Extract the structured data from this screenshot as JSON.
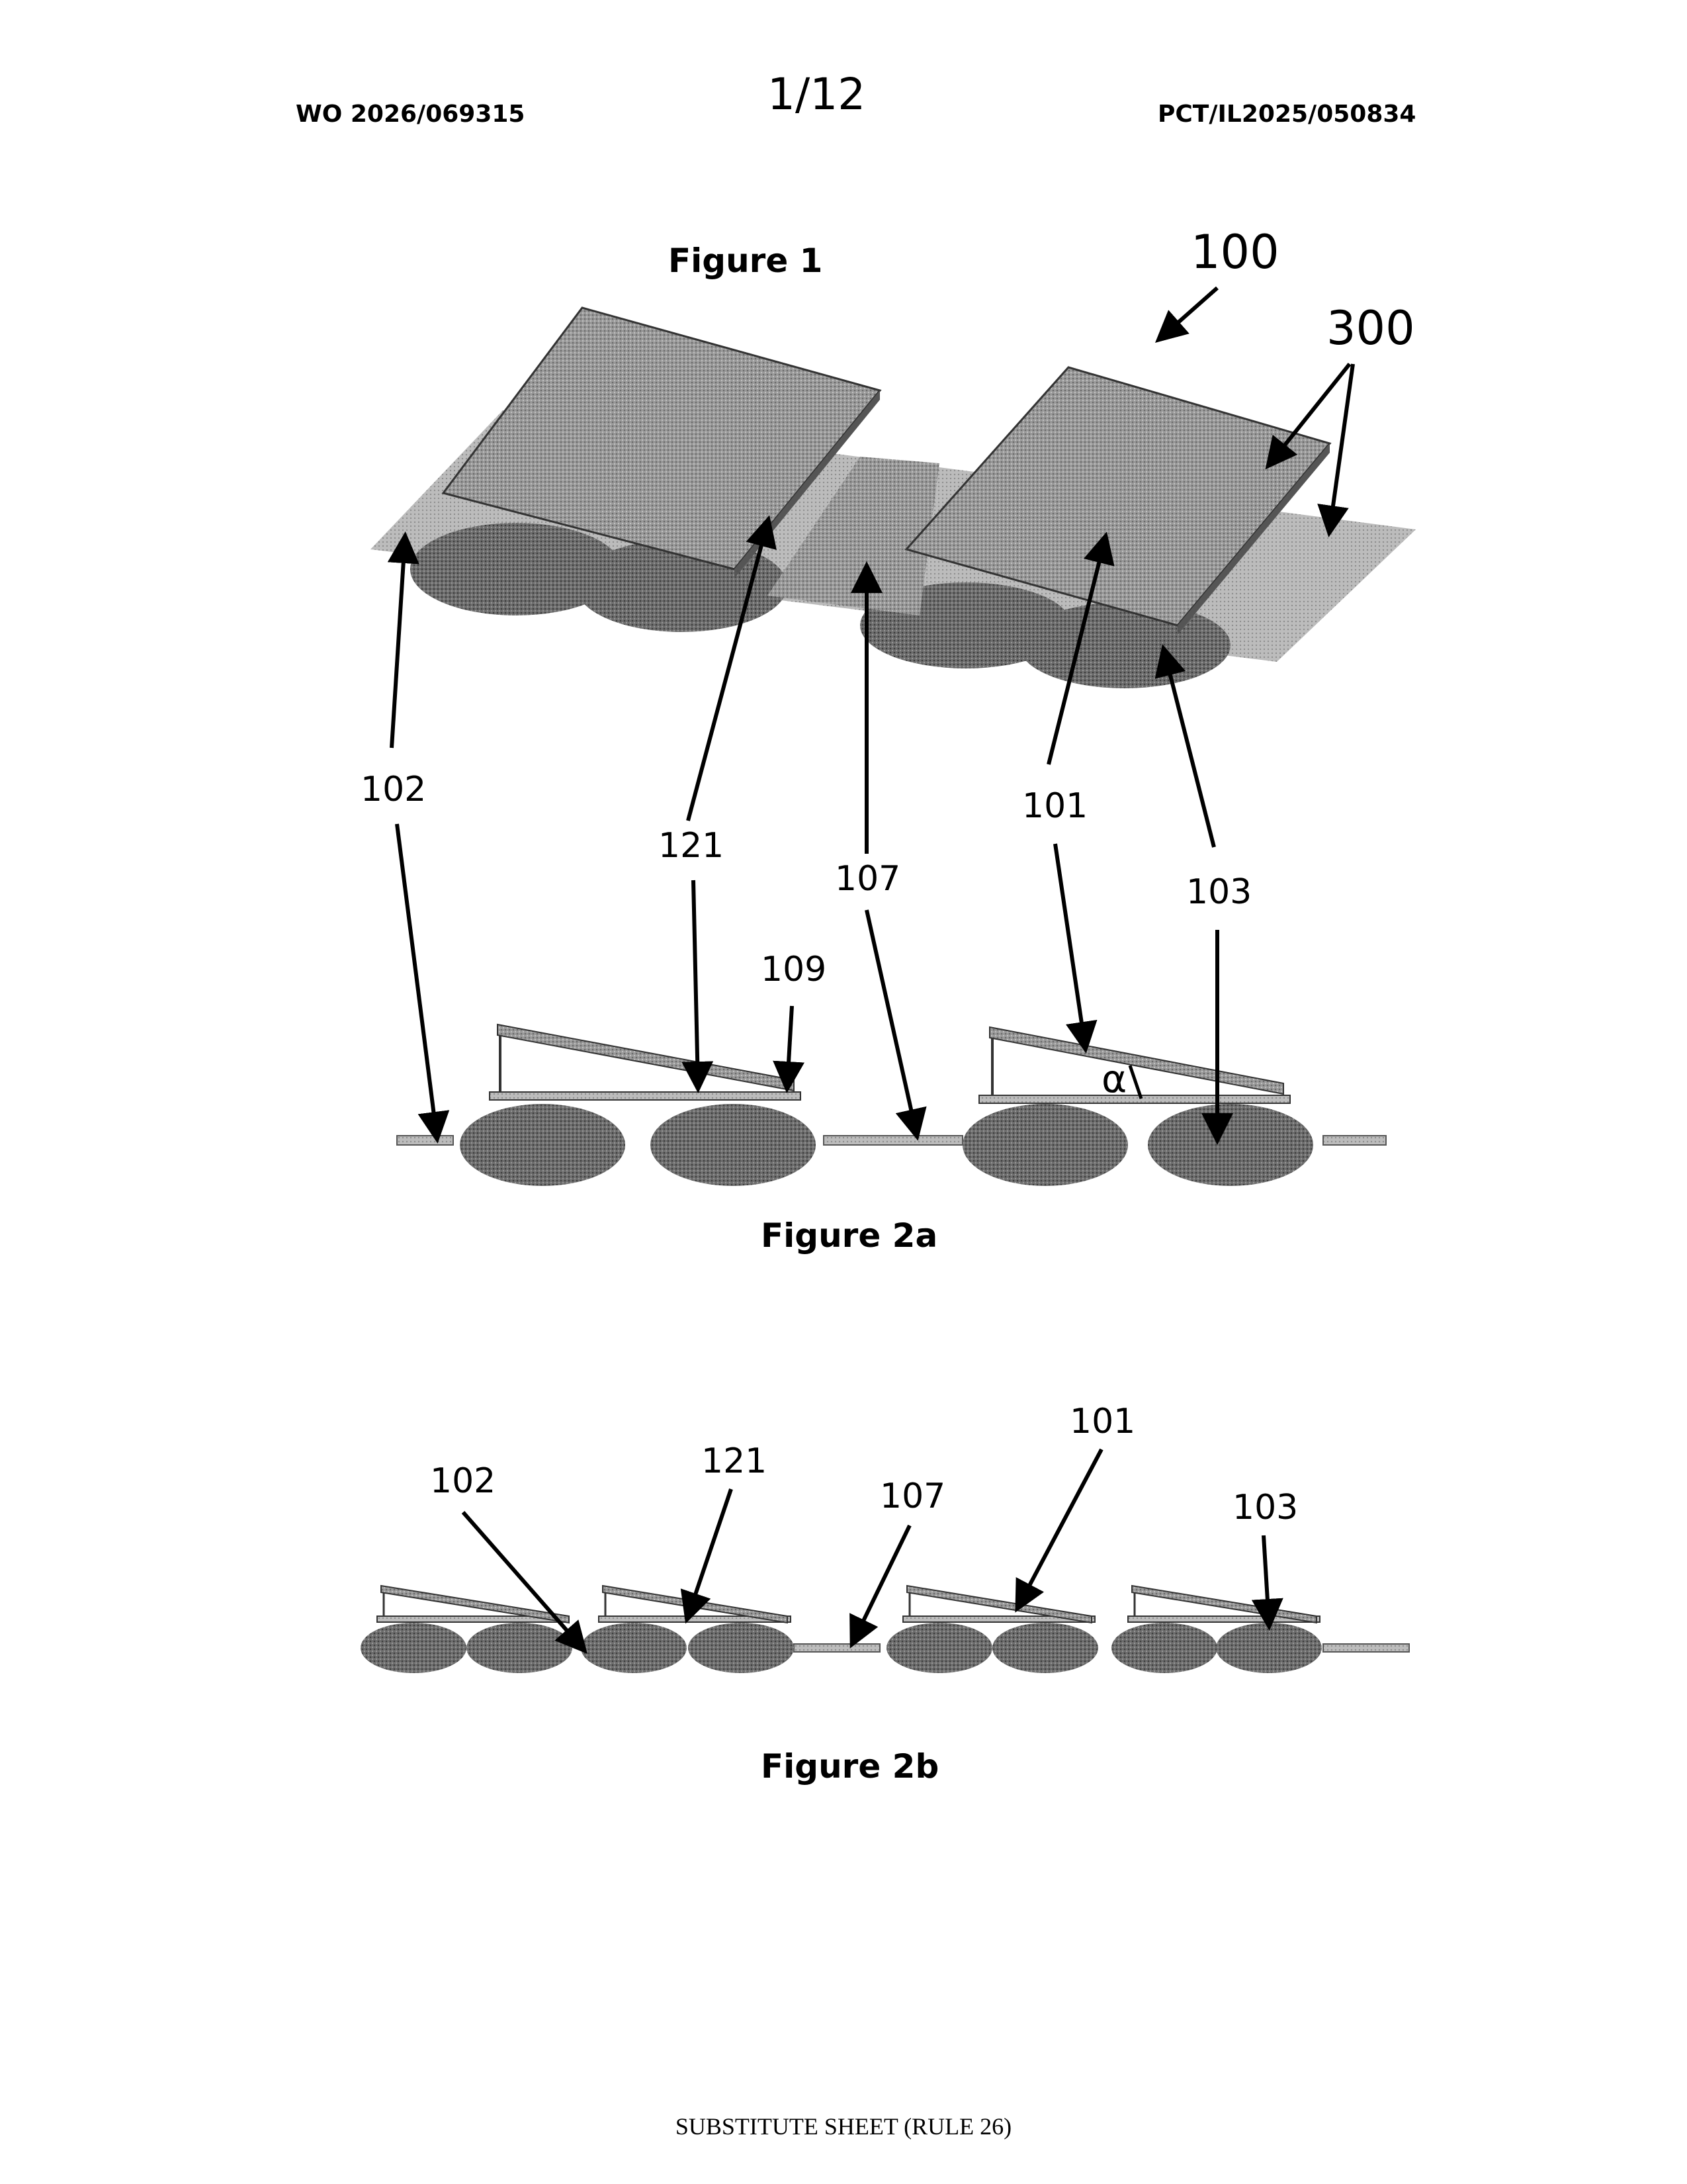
{
  "header": {
    "publication_number": "WO 2026/069315",
    "sheet_number": "1/12",
    "application_number": "PCT/IL2025/050834"
  },
  "figures": {
    "figure1": {
      "caption": "Figure 1",
      "labels": {
        "assembly": "100",
        "panels": "300",
        "ref_102": "102",
        "ref_121": "121",
        "ref_107": "107",
        "ref_101": "101",
        "ref_103": "103"
      }
    },
    "figure2a": {
      "caption": "Figure 2a",
      "labels": {
        "ref_109": "109",
        "angle": "α"
      }
    },
    "figure2b": {
      "caption": "Figure 2b",
      "labels": {
        "ref_102": "102",
        "ref_121": "121",
        "ref_107": "107",
        "ref_101": "101",
        "ref_103": "103"
      }
    }
  },
  "footer": "SUBSTITUTE SHEET (RULE 26)"
}
